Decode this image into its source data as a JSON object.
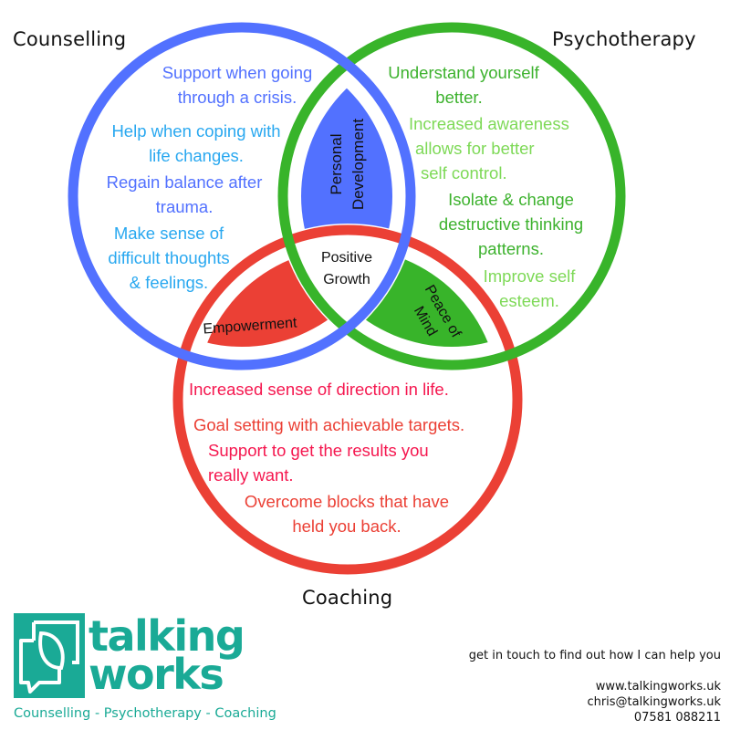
{
  "colors": {
    "counselling_ring": "#5271ff",
    "psychotherapy_ring": "#38b42a",
    "coaching_ring": "#eb4035",
    "brand_teal": "#1aaa96"
  },
  "circles": {
    "counselling": {
      "title": "Counselling",
      "items": [
        {
          "lines": [
            "Support when going",
            "through a crisis."
          ],
          "color": "#5271ff"
        },
        {
          "lines": [
            "Help when coping with",
            "life changes."
          ],
          "color": "#29a8f0"
        },
        {
          "lines": [
            "Regain balance after",
            "trauma."
          ],
          "color": "#5271ff"
        },
        {
          "lines": [
            "Make sense of",
            "difficult thoughts",
            "& feelings."
          ],
          "color": "#29a8f0"
        }
      ]
    },
    "psychotherapy": {
      "title": "Psychotherapy",
      "items": [
        {
          "lines": [
            "Understand yourself",
            "better."
          ],
          "color": "#3db22e"
        },
        {
          "lines": [
            "Increased awareness",
            "allows for better",
            "self control."
          ],
          "color": "#7ed957"
        },
        {
          "lines": [
            "Isolate & change",
            "destructive thinking",
            "patterns."
          ],
          "color": "#3db22e"
        },
        {
          "lines": [
            "Improve self",
            "esteem."
          ],
          "color": "#7ed957"
        }
      ]
    },
    "coaching": {
      "title": "Coaching",
      "items": [
        {
          "lines": [
            "Increased sense of direction in life."
          ],
          "color": "#f5174f"
        },
        {
          "lines": [
            "Goal setting with achievable targets."
          ],
          "color": "#eb4035"
        },
        {
          "lines": [
            "Support to get the results you",
            "really want."
          ],
          "color": "#f5174f"
        },
        {
          "lines": [
            "Overcome blocks that have",
            "held you back."
          ],
          "color": "#eb4035"
        }
      ]
    }
  },
  "overlaps": {
    "counselling_psychotherapy": {
      "lines": [
        "Personal",
        "Development"
      ]
    },
    "counselling_coaching": {
      "label": "Empowerment"
    },
    "psychotherapy_coaching": {
      "lines": [
        "Peace of",
        "Mind"
      ]
    },
    "center": {
      "lines": [
        "Positive",
        "Growth"
      ]
    }
  },
  "brand": {
    "name_line1": "talking",
    "name_line2": "works",
    "tagline": "Counselling - Psychotherapy - Coaching"
  },
  "contact": {
    "cta": "get in touch to find out how I can help you",
    "website": "www.talkingworks.uk",
    "email": "chris@talkingworks.uk",
    "phone": "07581 088211"
  }
}
